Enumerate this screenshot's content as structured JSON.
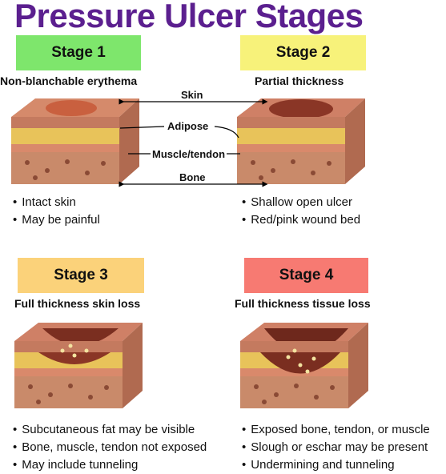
{
  "title": "Pressure Ulcer Stages",
  "stages": [
    {
      "label": "Stage 1",
      "color": "#7ee66c",
      "subtitle": "Non-blanchable erythema",
      "bullets": [
        "Intact skin",
        "May be painful"
      ]
    },
    {
      "label": "Stage 2",
      "color": "#f7f27a",
      "subtitle": "Partial thickness",
      "bullets": [
        "Shallow open ulcer",
        "Red/pink wound bed"
      ]
    },
    {
      "label": "Stage 3",
      "color": "#fbd27a",
      "subtitle": "Full thickness skin loss",
      "bullets": [
        "Subcutaneous fat may be visible",
        "Bone, muscle, tendon not exposed",
        "May include tunneling"
      ]
    },
    {
      "label": "Stage 4",
      "color": "#f77a72",
      "subtitle": "Full thickness tissue loss",
      "bullets": [
        "Exposed bone, tendon, or muscle",
        "Slough or eschar may be present",
        "Undermining and tunneling"
      ]
    }
  ],
  "layers": {
    "skin": "Skin",
    "adipose": "Adipose",
    "muscle": "Muscle/tendon",
    "bone": "Bone"
  }
}
